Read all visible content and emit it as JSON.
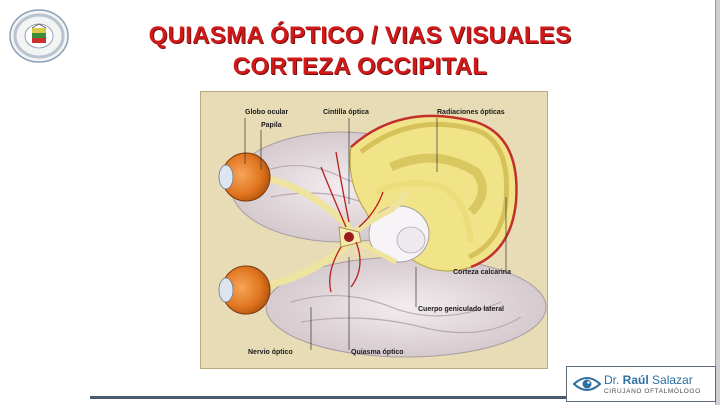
{
  "slide": {
    "title_line1": "QUIASMA ÓPTICO / VIAS VISUALES",
    "title_line2": "CORTEZA OCCIPITAL"
  },
  "figure": {
    "labels": {
      "globo_ocular": "Globo ocular",
      "papila": "Papila",
      "cintilla_optica": "Cintilla óptica",
      "radiaciones_opticas": "Radiaciones ópticas",
      "corteza_calcarina": "Corteza calcarina",
      "cuerpo_geniculado": "Cuerpo geniculado lateral",
      "nervio_optico": "Nervio óptico",
      "quiasma_optico": "Quiasma óptico"
    }
  },
  "branding": {
    "name_prefix": "Dr. ",
    "name_bold": "Raúl",
    "name_suffix": " Salazar",
    "subtitle": "CIRUJANO OFTALMÓLOGO",
    "icon": "eye-icon"
  },
  "logo": {
    "icon": "institution-seal-icon"
  }
}
